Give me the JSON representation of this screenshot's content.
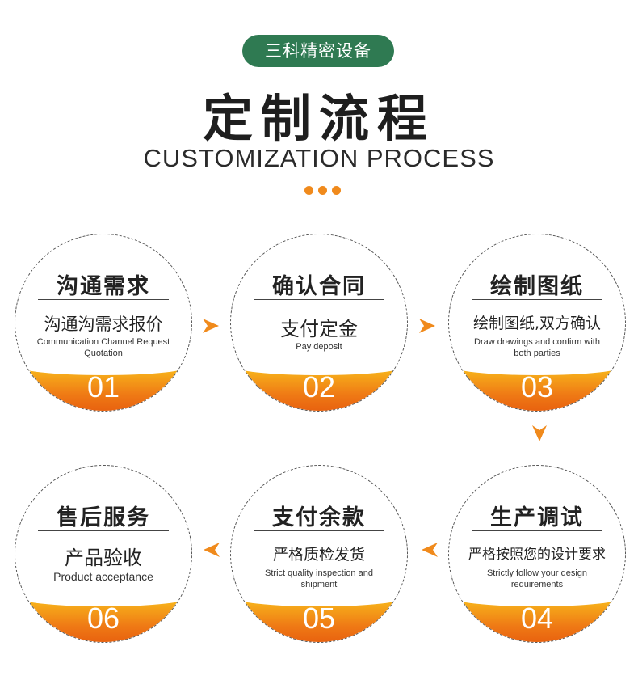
{
  "header": {
    "brand": "三科精密设备",
    "title": "定制流程",
    "subtitle": "CUSTOMIZATION PROCESS"
  },
  "colors": {
    "brand_green": "#2f7a52",
    "accent_orange": "#f08a1c",
    "band_top": "#f7b21b",
    "band_bottom": "#e8620f"
  },
  "steps": [
    {
      "title": "沟通需求",
      "cn": "沟通沟需求报价",
      "en": "Communication Channel Request Quotation",
      "num": "01"
    },
    {
      "title": "确认合同",
      "cn": "支付定金",
      "en": "Pay deposit",
      "num": "02"
    },
    {
      "title": "绘制图纸",
      "cn": "绘制图纸,双方确认",
      "en": "Draw drawings and confirm with both parties",
      "num": "03"
    },
    {
      "title": "生产调试",
      "cn": "严格按照您的设计要求",
      "en": "Strictly follow your design requirements",
      "num": "04"
    },
    {
      "title": "支付余款",
      "cn": "严格质检发货",
      "en": "Strict quality inspection and shipment",
      "num": "05"
    },
    {
      "title": "售后服务",
      "cn": "产品验收",
      "en": "Product acceptance",
      "num": "06"
    }
  ],
  "icons": {
    "arrow": "play-triangle-icon"
  }
}
